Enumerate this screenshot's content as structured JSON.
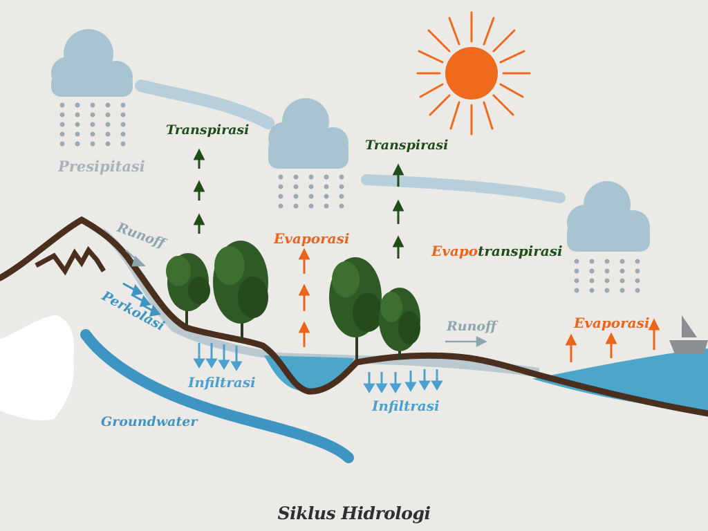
{
  "title": "Siklus Hidrologi",
  "watermark": "",
  "labels": {
    "presipitasi": "Presipitasi",
    "transpirasi_left": "Transpirasi",
    "transpirasi_right": "Transpirasi",
    "evaporasi_center": "Evaporasi",
    "evapotranspirasi_part1": "Evapo",
    "evapotranspirasi_part2": "transpirasi",
    "evaporasi_right": "Evaporasi",
    "runoff_mountain": "Runoff",
    "runoff_center": "Runoff",
    "perkolasi": "Perkolasi",
    "infiltrasi_left": "Infiltrasi",
    "infiltrasi_right": "Infiltrasi",
    "groundwater": "Groundwater"
  },
  "colors": {
    "background": "#ebeae6",
    "cloud": "#a9c4d1",
    "rain": "#9aa9b2",
    "sun": "#ef6a1c",
    "transpiration": "#1f4d1a",
    "evaporation": "#e8651b",
    "runoff": "#8ea4ae",
    "water": "#4ca6c9",
    "groundwater": "#3e95c2",
    "ground": "#4a2e1e",
    "tree": "#2f5a26"
  },
  "icons": [
    "cloud-icon",
    "sun-icon",
    "tree-icon",
    "boat-icon",
    "mountain-icon"
  ]
}
